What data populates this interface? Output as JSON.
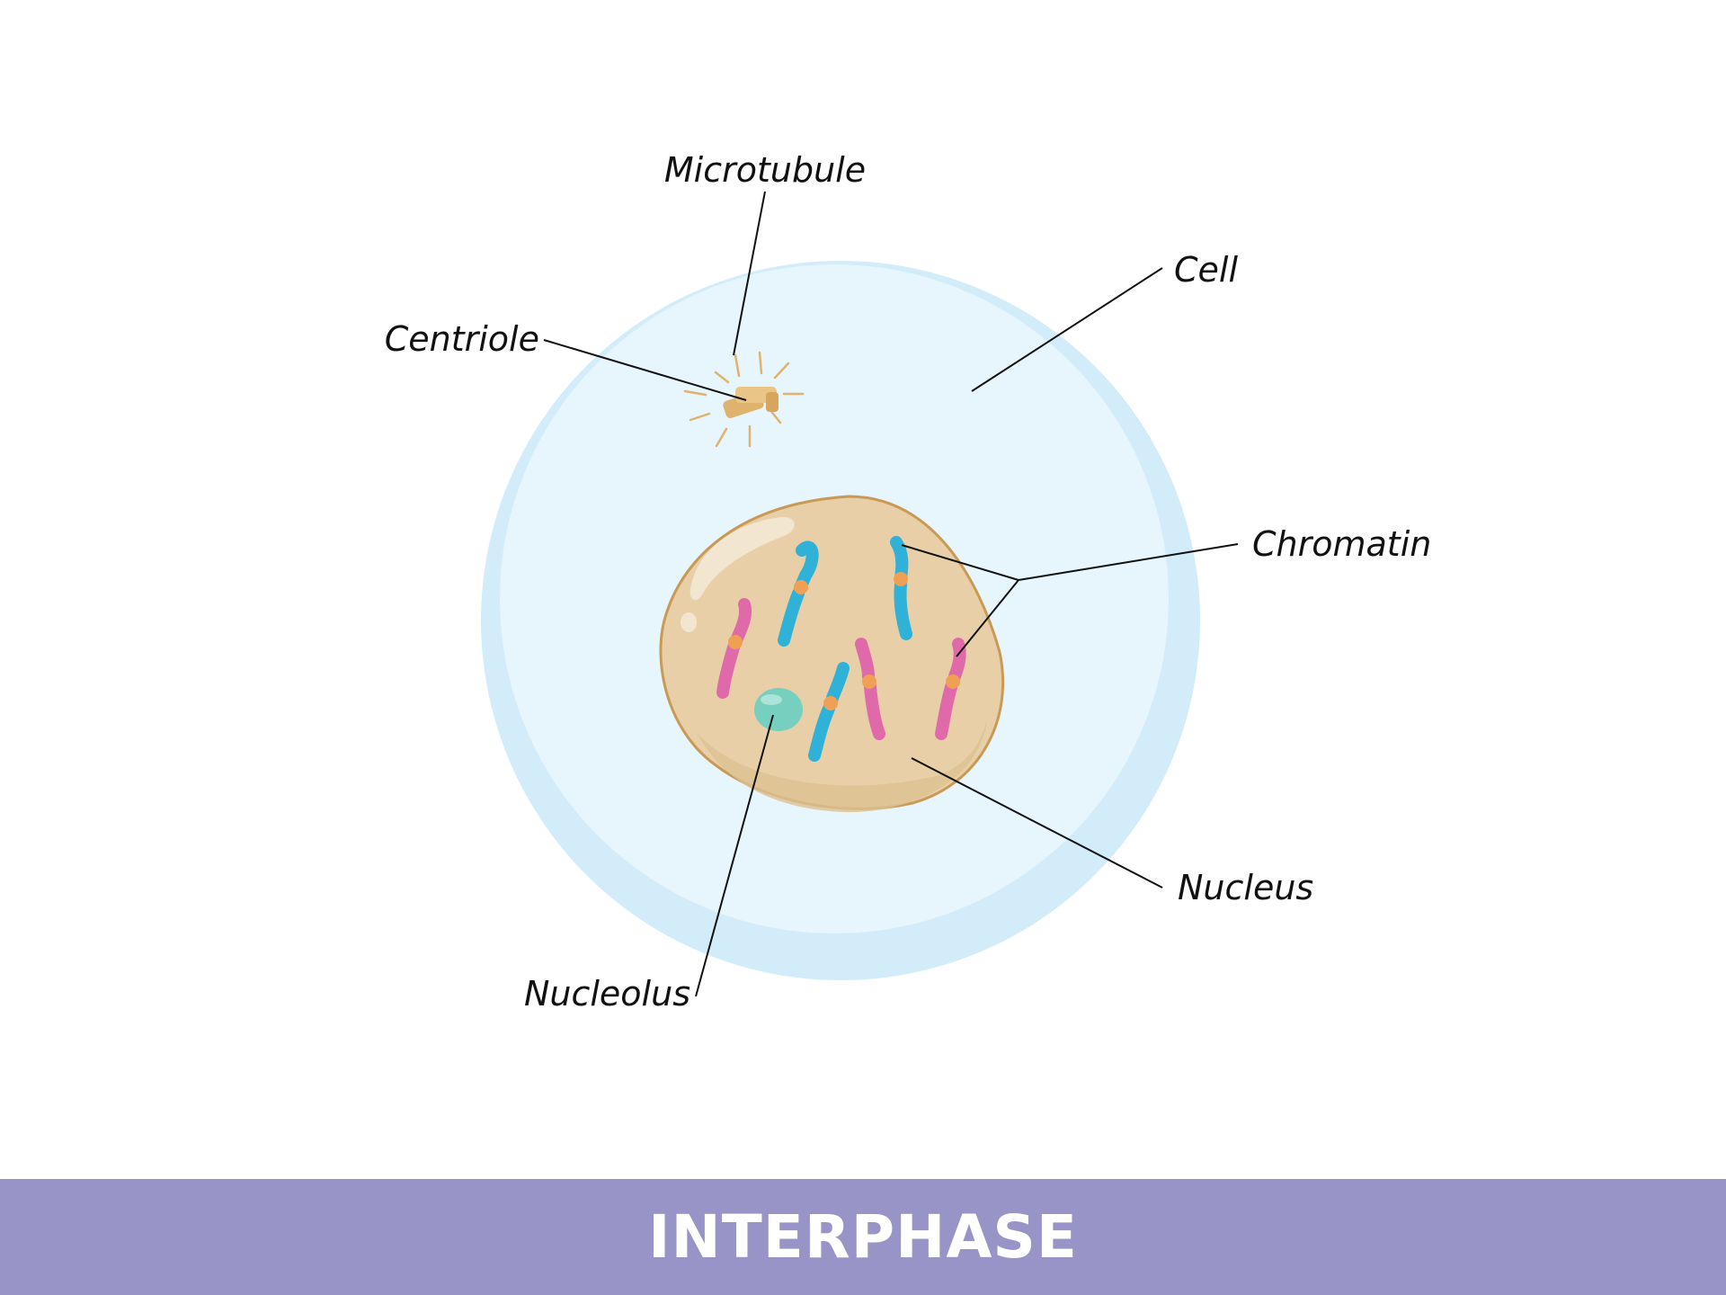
{
  "labels": {
    "microtubule": "Microtubule",
    "centriole": "Centriole",
    "cell": "Cell",
    "chromatin": "Chromatin",
    "nucleus": "Nucleus",
    "nucleolus": "Nucleolus"
  },
  "banner": {
    "title": "INTERPHASE"
  },
  "colors": {
    "cell_fill": "#e7f5fc",
    "cell_shadow": "#d3ecf9",
    "nucleus_fill": "#e8cfa7",
    "nucleus_outline": "#c99a55",
    "nucleolus_fill": "#77cfbf",
    "chromatin_blue": "#30b1d8",
    "chromatin_pink": "#e06aa9",
    "centromere": "#f0a055",
    "centriole": "#dfb36e",
    "banner": "#9994c8"
  }
}
